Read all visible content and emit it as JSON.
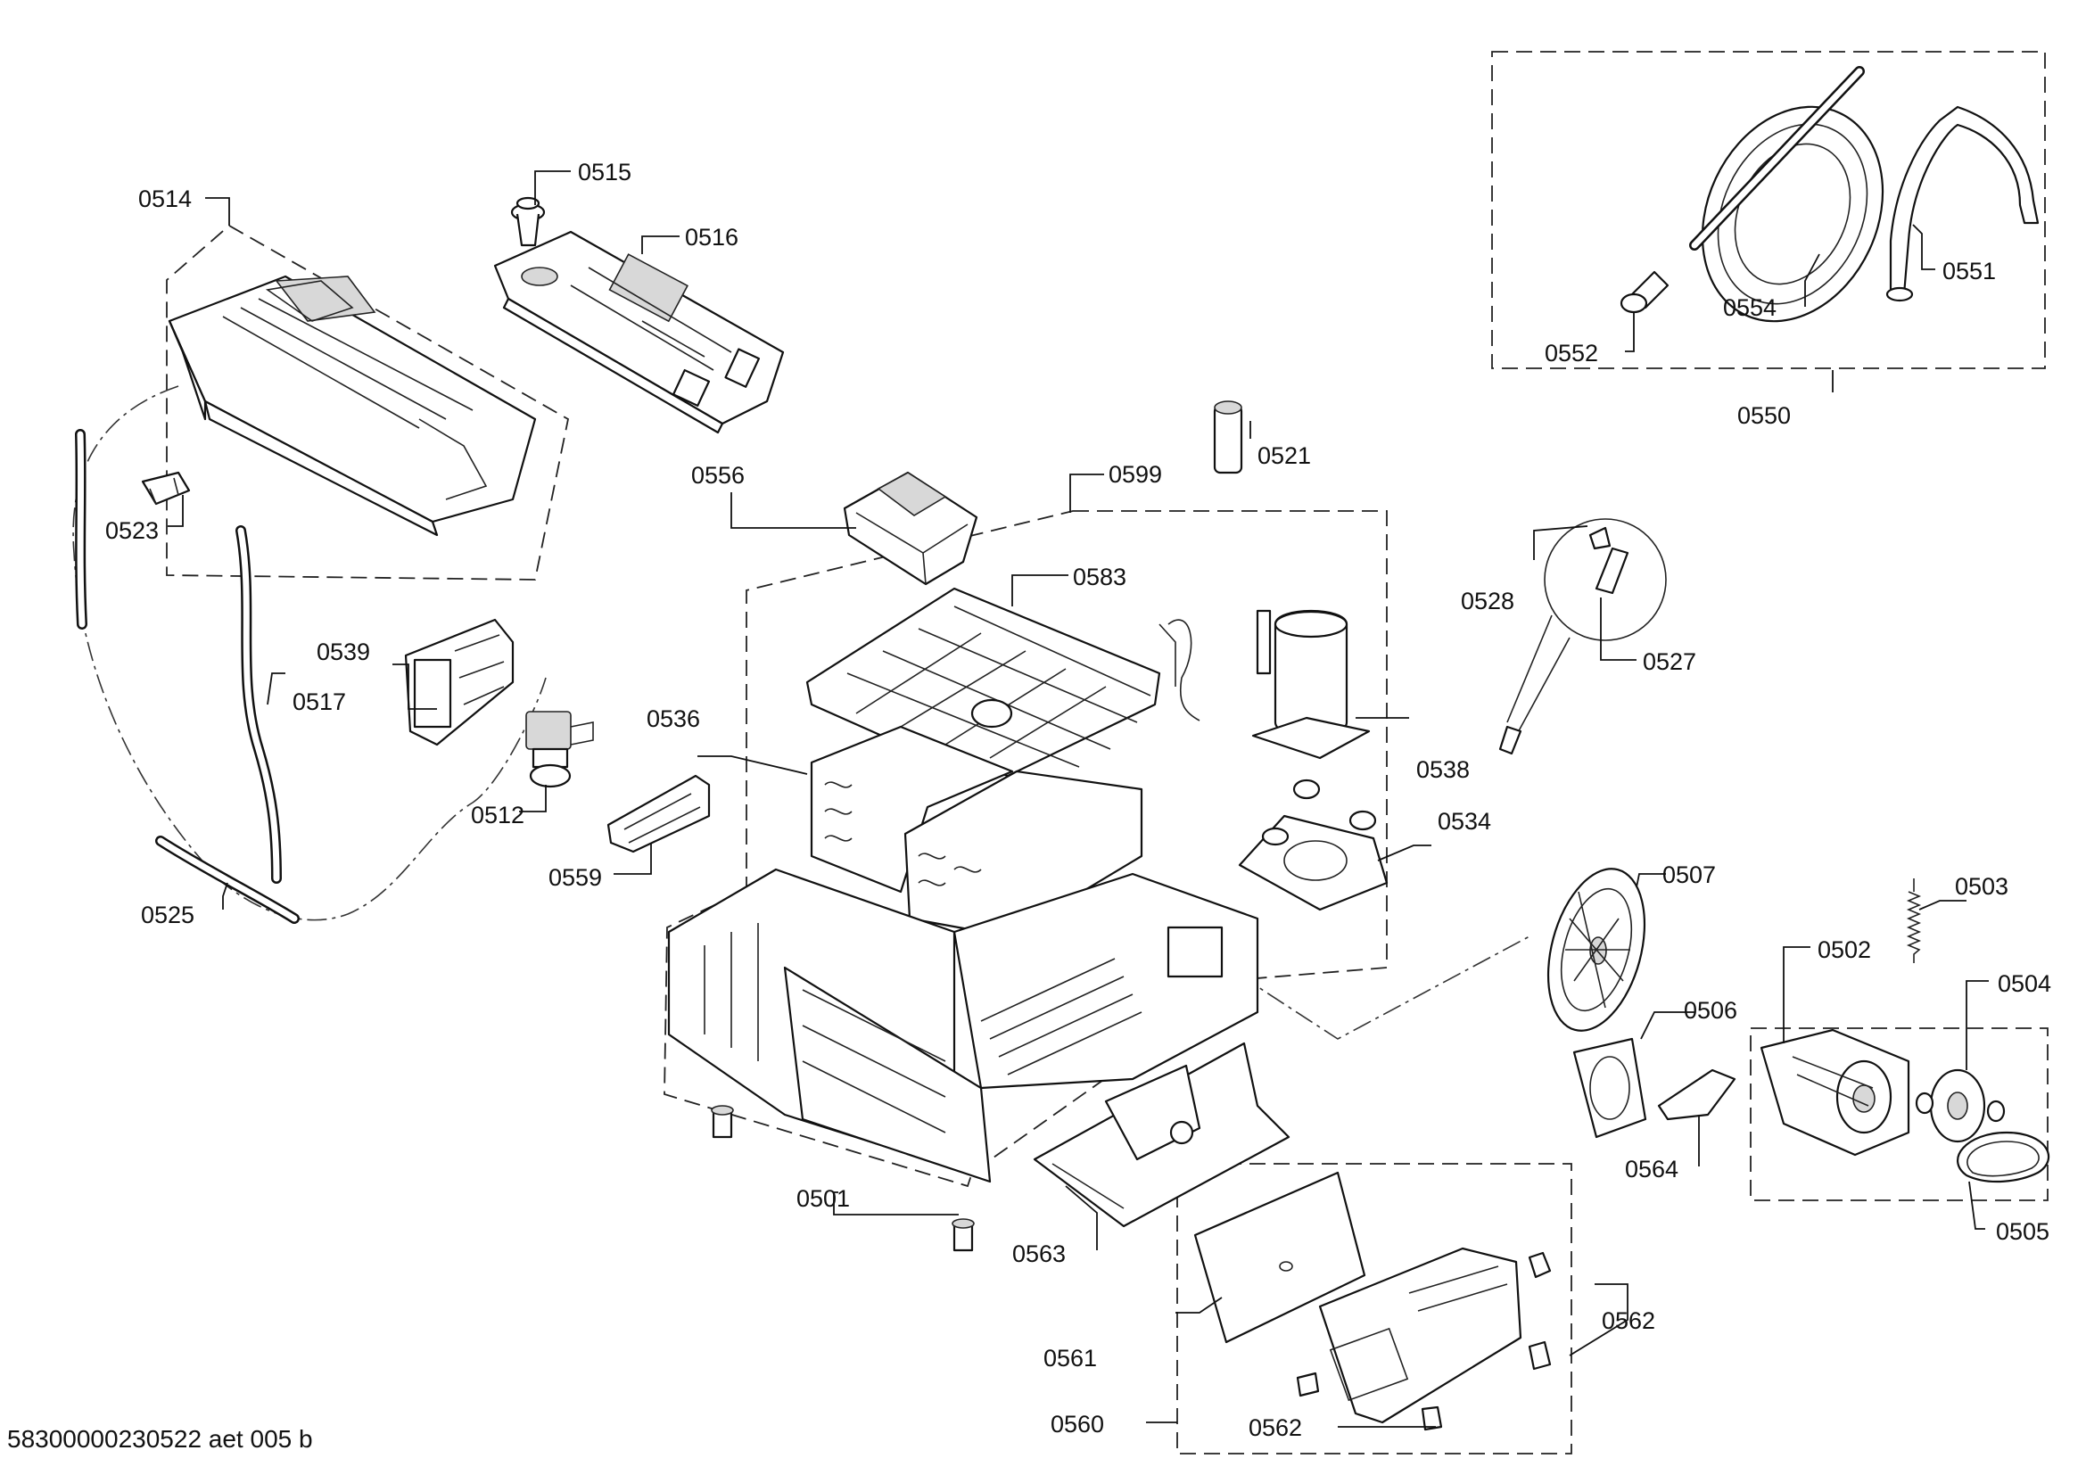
{
  "document_id": "58300000230522 aet 005 b",
  "callouts": {
    "p0501": "0501",
    "p0502": "0502",
    "p0503": "0503",
    "p0504": "0504",
    "p0505": "0505",
    "p0506": "0506",
    "p0507": "0507",
    "p0512": "0512",
    "p0514": "0514",
    "p0515": "0515",
    "p0516": "0516",
    "p0517": "0517",
    "p0521": "0521",
    "p0523": "0523",
    "p0525": "0525",
    "p0527": "0527",
    "p0528": "0528",
    "p0534": "0534",
    "p0536": "0536",
    "p0538": "0538",
    "p0539": "0539",
    "p0550": "0550",
    "p0551": "0551",
    "p0552": "0552",
    "p0554": "0554",
    "p0556": "0556",
    "p0559": "0559",
    "p0560": "0560",
    "p0561": "0561",
    "p0562a": "0562",
    "p0562b": "0562",
    "p0563": "0563",
    "p0564": "0564",
    "p0583": "0583",
    "p0599": "0599"
  }
}
